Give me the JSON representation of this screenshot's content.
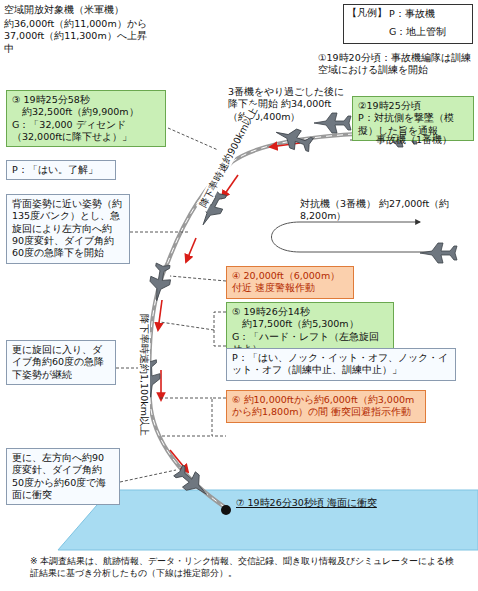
{
  "diagram": {
    "caption": "※ 本調査結果は、航跡情報、データ・リンク情報、交信記録、聞き取り情報及びシミュレーターによる検証結果に基づき分析したもの（下線は推定部分）。",
    "nodes": [
      {
        "text": [
          "②19時25分頃",
          "P：対抗側を撃墜（模擬）した旨を通報"
        ]
      },
      {
        "text": [
          "③ 19時25分58秒",
          "約32,500ft（約9,900m）",
          "G：「32,000 ディセンド（32,000ftに降下せよ）」"
        ]
      },
      {
        "text": [
          "P：「はい。了解」"
        ]
      },
      {
        "text": [
          "背面姿勢に近い姿勢（約135度バンク）とし、急旋回により左方向へ約90度変針、ダイブ角約60度の急降下を開始"
        ]
      },
      {
        "text": [
          "④ 20,000ft（6,000m）付近 速度警報作動"
        ]
      },
      {
        "text": [
          "⑤ 19時26分14秒",
          "約17,500ft（約5,300m）",
          "G：「ハード・レフト（左急旋回せよ）」"
        ]
      },
      {
        "text": [
          "P：「はい、ノック・イット・オフ、ノック・イット・オフ（訓練中止、訓練中止）」"
        ]
      },
      {
        "text": [
          "更に旋回に入り、ダイブ角約60度の急降下姿勢が継続"
        ]
      },
      {
        "text": [
          "⑥ 約10,000ftから約6,000ft（約3,000mから約1,800m）の間 衝突回避指示作動"
        ]
      },
      {
        "text": [
          "更に、左方向へ約90度変針、ダイブ角約50度から約60度で海面に衝突"
        ]
      }
    ],
    "labels": [
      "空域開放対象機（米軍機）",
      "約36,000ft（約11,000m）から 37,000ft（約11,300m）へ上昇中",
      "【凡例】",
      "①19時20分頃：事故機編隊は訓練空域における訓練を開始",
      "3番機をやり過ごした後に降下を開始 約34,000ft（約10,400m）",
      "事故機（1番機）",
      "対抗機（3番機） 約27,000ft（約8,200m）",
      "降下率時速約900km以上",
      "降下率時速約1,100km以上",
      "⑦ 19時26分30秒頃 海面に衝突"
    ],
    "legend": [
      {
        "text": "P：事故機"
      },
      {
        "text": "G：地上管制"
      }
    ]
  }
}
